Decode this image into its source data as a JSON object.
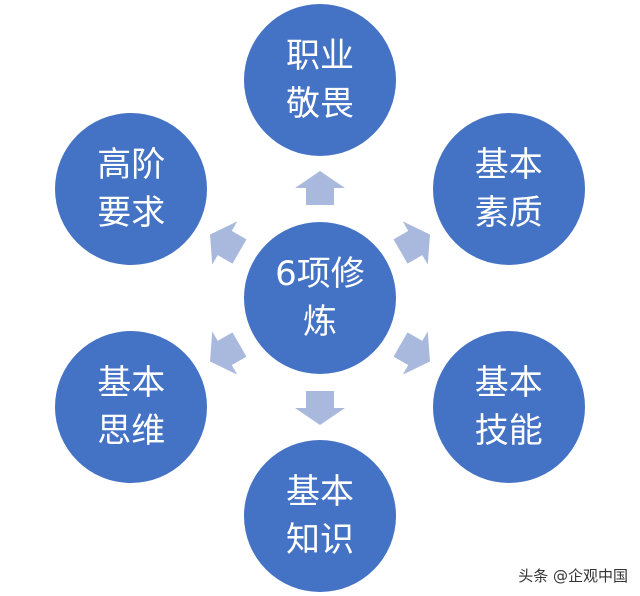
{
  "colors": {
    "circle": "#4472c4",
    "arrow": "#a9b9de",
    "text": "#ffffff"
  },
  "center": {
    "line1": "6项修",
    "line2": "炼"
  },
  "nodes": [
    {
      "line1": "职业",
      "line2": "敬畏"
    },
    {
      "line1": "基本",
      "line2": "素质"
    },
    {
      "line1": "基本",
      "line2": "技能"
    },
    {
      "line1": "基本",
      "line2": "知识"
    },
    {
      "line1": "基本",
      "line2": "思维"
    },
    {
      "line1": "高阶",
      "line2": "要求"
    }
  ],
  "watermark": "头条 @企观中国"
}
